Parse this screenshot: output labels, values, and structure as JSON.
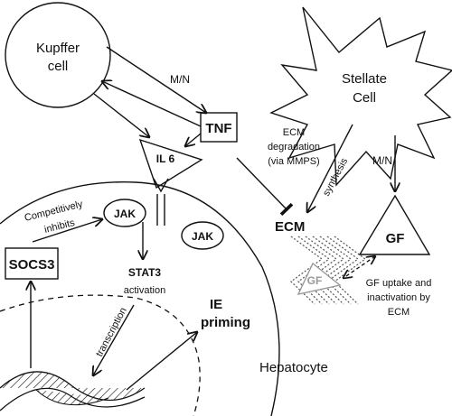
{
  "labels": {
    "kupffer_line1": "Kupffer",
    "kupffer_line2": "cell",
    "stellate_line1": "Stellate",
    "stellate_line2": "Cell",
    "mn_left": "M/N",
    "mn_right": "M/N",
    "tnf": "TNF",
    "il6": "IL 6",
    "ecm_deg_line1": "ECM",
    "ecm_deg_line2": "degradation",
    "ecm_deg_line3": "(via MMPS)",
    "synthesis": "synthesis",
    "ecm": "ECM",
    "gf": "GF",
    "gf_ghost": "GF",
    "gf_uptake_line1": "GF uptake and",
    "gf_uptake_line2": "inactivation by",
    "gf_uptake_line3": "ECM",
    "competitively_line1": "Competitively",
    "competitively_line2": "inhibits",
    "jak_top": "JAK",
    "jak_bottom": "JAK",
    "socs3": "SOCS3",
    "stat3": "STAT3",
    "activation": "activation",
    "ie_line1": "IE",
    "ie_line2": "priming",
    "transcription": "transcription",
    "hepatocyte": "Hepatocyte"
  }
}
